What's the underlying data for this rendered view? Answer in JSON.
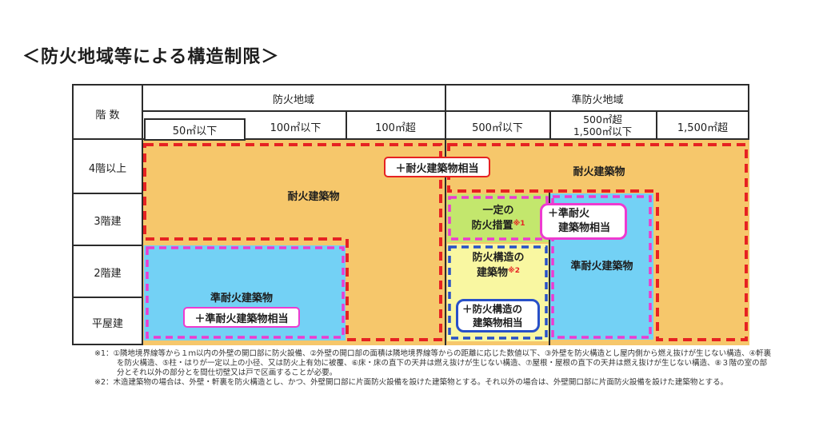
{
  "page": {
    "title": "＜防火地域等による構造制限＞"
  },
  "table": {
    "corner": "階 数",
    "zones": [
      "防火地域",
      "準防火地域"
    ],
    "area_columns": [
      {
        "label": "50㎡以下"
      },
      {
        "label": "100㎡以下"
      },
      {
        "label": "100㎡超"
      },
      {
        "label": "500㎡以下"
      },
      {
        "label": "500㎡超",
        "label2": "1,500㎡以下"
      },
      {
        "label": "1,500㎡超"
      }
    ],
    "rows": [
      "4階以上",
      "3階建",
      "2階建",
      "平屋建"
    ]
  },
  "regions": {
    "fireproof_label_left": "耐火建築物",
    "fireproof_label_right": "耐火建築物",
    "fireproof_equiv_box": "＋耐火建築物相当",
    "semi_fireproof_label_left": "準耐火建築物",
    "semi_fireproof_equiv_box_left": "＋準耐火建築物相当",
    "fire_measures_line1": "一定の",
    "fire_measures_line2": "防火措置",
    "fire_measures_ref": "※1",
    "semi_equiv_line1": "＋準耐火",
    "semi_equiv_line2": "建築物相当",
    "fire_structure_line1": "防火構造の",
    "fire_structure_line2": "建築物",
    "fire_structure_ref": "※2",
    "fire_structure_equiv_line1": "＋防火構造の",
    "fire_structure_equiv_line2": "建築物相当",
    "semi_fireproof_label_right": "準耐火建築物"
  },
  "footnotes": [
    {
      "prefix": "※1：",
      "text": "①隣地境界線等から１ｍ以内の外壁の開口部に防火設備、②外壁の開口部の面積は隣地境界線等からの距離に応じた数値以下、③外壁を防火構造とし屋内側から燃え抜けが生じない構造、④軒裏を防火構造、⑤柱・はりが一定以上の小径、又は防火上有効に被覆、⑥床・床の直下の天井は燃え抜けが生じない構造、⑦屋根・屋根の直下の天井は燃え抜けが生じない構造、⑧３階の室の部分とそれ以外の部分とを間仕切壁又は戸で区画することが必要。"
    },
    {
      "prefix": "※2：",
      "text": "木造建築物の場合は、外壁・軒裏を防火構造とし、かつ、外壁開口部に片面防火設備を設けた建築物とする。それ以外の場合は、外壁開口部に片面防火設備を設けた建築物とする。"
    }
  ],
  "colors": {
    "orange": "#F6C76B",
    "blue": "#73D1F5",
    "green": "#C3E76D",
    "yellow": "#F9F7A1",
    "red": "#E62222",
    "magenta": "#EE3AD0",
    "royal_blue": "#2850C8",
    "line": "#2B2B2B"
  }
}
